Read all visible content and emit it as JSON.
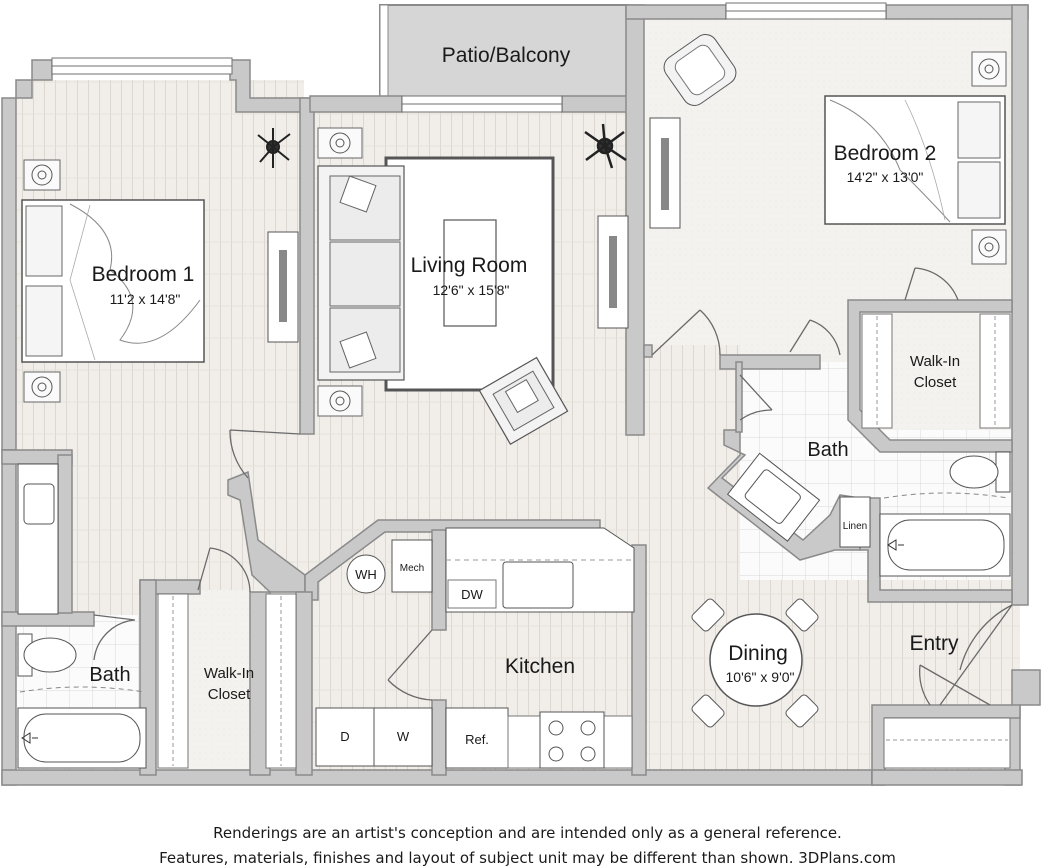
{
  "rooms": {
    "patio": {
      "name": "Patio/Balcony"
    },
    "bedroom1": {
      "name": "Bedroom 1",
      "dims": "11'2 x 14'8\""
    },
    "living": {
      "name": "Living Room",
      "dims": "12'6\" x 15'8\""
    },
    "bedroom2": {
      "name": "Bedroom 2",
      "dims": "14'2\" x 13'0\""
    },
    "closet2": {
      "line1": "Walk-In",
      "line2": "Closet"
    },
    "bath2": {
      "name": "Bath"
    },
    "linen": {
      "name": "Linen"
    },
    "bath1": {
      "name": "Bath"
    },
    "closet1": {
      "line1": "Walk-In",
      "line2": "Closet"
    },
    "kitchen": {
      "name": "Kitchen"
    },
    "dining": {
      "name": "Dining",
      "dims": "10'6\" x 9'0\""
    },
    "entry": {
      "name": "Entry"
    }
  },
  "appliances": {
    "wh": "WH",
    "mech": "Mech",
    "dw": "DW",
    "dryer": "D",
    "washer": "W",
    "fridge": "Ref."
  },
  "disclaimer": {
    "line1": "Renderings are an artist's conception and are intended only as a general reference.",
    "line2": "Features, materials, finishes and layout of subject unit may be different than shown. 3DPlans.com"
  },
  "colors": {
    "wall": "#c9c9c9",
    "wall_edge": "#8a8a8a",
    "floor_wood": "#f1eeea",
    "floor_carpet": "#f4f2ef",
    "floor_tile": "#fbfbfb",
    "patio": "#d6d6d6"
  }
}
